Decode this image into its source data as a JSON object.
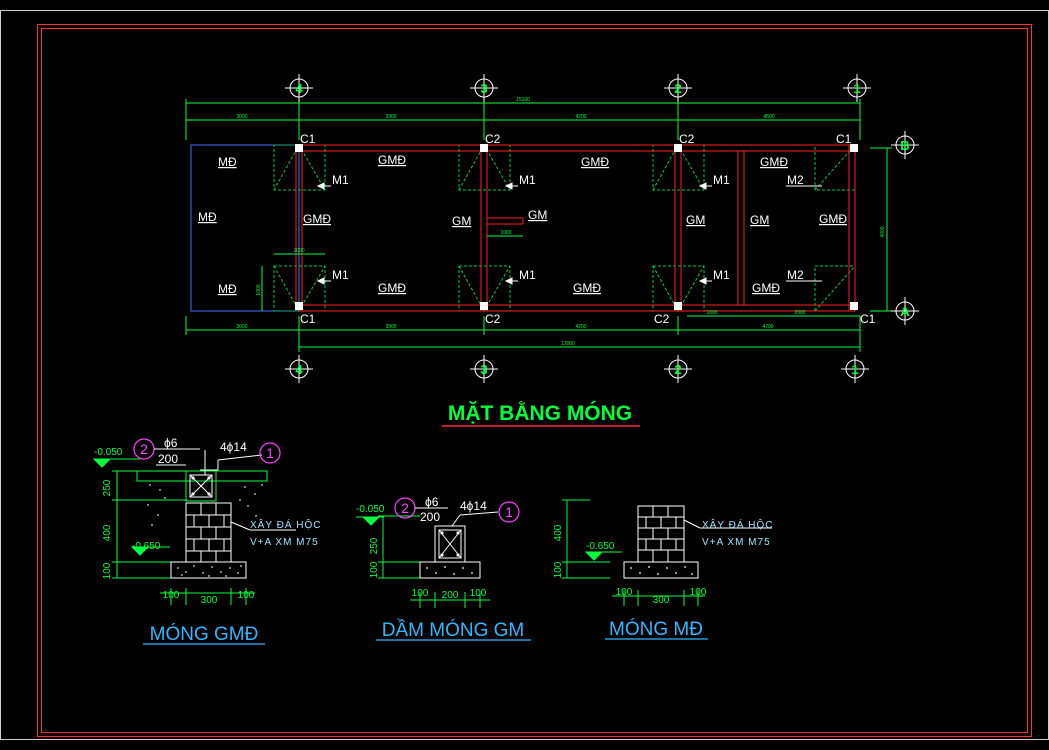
{
  "grid": {
    "axes_top": [
      "4",
      "3",
      "2",
      "1"
    ],
    "axes_bottom": [
      "4",
      "3",
      "2",
      "1"
    ],
    "axes_side": [
      "B",
      "A"
    ],
    "overall_top": "15100",
    "spans_top": [
      "3000",
      "3900",
      "4200",
      "4500"
    ],
    "overall_bottom": "12000",
    "spans_bottom": [
      "3000",
      "3900",
      "4200"
    ],
    "spans_bottom_right": [
      "1000",
      "2000"
    ],
    "sub_bottom_right": "4700",
    "vertical_dim": "4000",
    "small_dims": [
      "1000",
      "1000",
      "1000"
    ]
  },
  "plan": {
    "columns_top": [
      "C1",
      "C2",
      "C2",
      "C1"
    ],
    "columns_bottom": [
      "C1",
      "C2",
      "C2",
      "C1"
    ],
    "labels": {
      "md": "MĐ",
      "gmd": "GMĐ",
      "gm": "GM",
      "m1": "M1",
      "m2": "M2"
    },
    "title": "MẶT BẰNG MÓNG"
  },
  "details": {
    "gmd": {
      "title": "MÓNG GMĐ",
      "level_top": "-0.050",
      "level_bottom": "-0.650",
      "rebar_stirrup": "ϕ6",
      "stirrup_spacing": "200",
      "rebar_main": "4ϕ14",
      "mark_left": "2",
      "mark_right": "1",
      "dims_vertical": [
        "250",
        "400",
        "100"
      ],
      "dims_horizontal": [
        "100",
        "300",
        "100"
      ],
      "note_line1": "XÂY ĐÁ HỘC",
      "note_line2": "V+A XM M75"
    },
    "gm": {
      "title": "DẦM MÓNG GM",
      "level_top": "-0.050",
      "rebar_stirrup": "ϕ6",
      "stirrup_spacing": "200",
      "rebar_main": "4ϕ14",
      "mark_left": "2",
      "mark_right": "1",
      "dims_vertical": [
        "250",
        "100"
      ],
      "dims_horizontal": [
        "100",
        "200",
        "100"
      ]
    },
    "md": {
      "title": "MÓNG MĐ",
      "level_bottom": "-0.650",
      "dims_vertical": [
        "400",
        "100"
      ],
      "dims_horizontal": [
        "100",
        "300",
        "100"
      ],
      "note_line1": "XÂY ĐÁ HỘC",
      "note_line2": "V+A XM M75"
    }
  },
  "colors": {
    "background": "#000000",
    "frame_red": "#ff3030",
    "beam_red": "#ff2020",
    "dim_green": "#00ff3c",
    "text_white": "#ffffff",
    "title_cyan": "#2fb7ff",
    "mark_magenta": "#ff40ff",
    "outline_blue": "#4a6cff"
  }
}
